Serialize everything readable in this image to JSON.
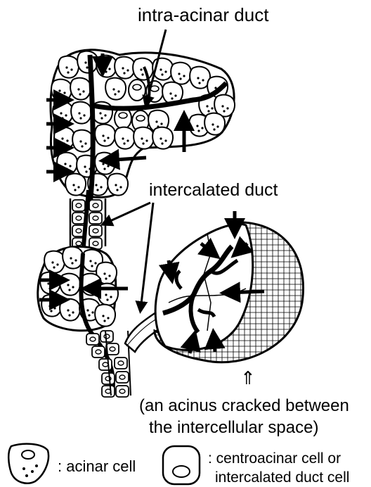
{
  "labels": {
    "intra_acinar_duct": "intra-acinar duct",
    "intercalated_duct": "intercalated duct",
    "caption_line1": "(an acinus cracked between",
    "caption_line2": "the intercellular space)",
    "double_arrow": "⇑"
  },
  "legend": {
    "acinar_cell": ": acinar cell",
    "centroacinar_line1": ": centroacinar cell or",
    "centroacinar_line2": "intercalated duct cell"
  },
  "colors": {
    "ink": "#000000",
    "paper": "#ffffff"
  }
}
